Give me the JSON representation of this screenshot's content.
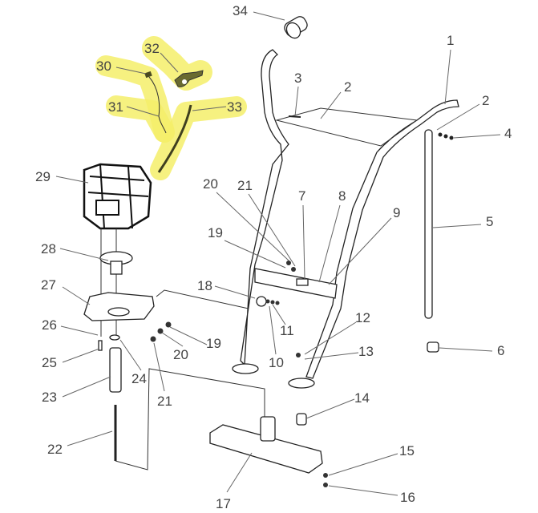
{
  "diagram": {
    "highlight_color": "#f4ef6a",
    "highlighted_parts": [
      "30",
      "31",
      "32",
      "33"
    ],
    "labels": {
      "p1": "1",
      "p2a": "2",
      "p2b": "2",
      "p3": "3",
      "p4": "4",
      "p5": "5",
      "p6": "6",
      "p7": "7",
      "p8": "8",
      "p9": "9",
      "p10": "10",
      "p11": "11",
      "p12": "12",
      "p13": "13",
      "p14": "14",
      "p15": "15",
      "p16": "16",
      "p17": "17",
      "p18": "18",
      "p19a": "19",
      "p19b": "19",
      "p20a": "20",
      "p20b": "20",
      "p21a": "21",
      "p21b": "21",
      "p22": "22",
      "p23": "23",
      "p24": "24",
      "p25": "25",
      "p26": "26",
      "p27": "27",
      "p28": "28",
      "p29": "29",
      "p30": "30",
      "p31": "31",
      "p32": "32",
      "p33": "33",
      "p34": "34"
    }
  }
}
